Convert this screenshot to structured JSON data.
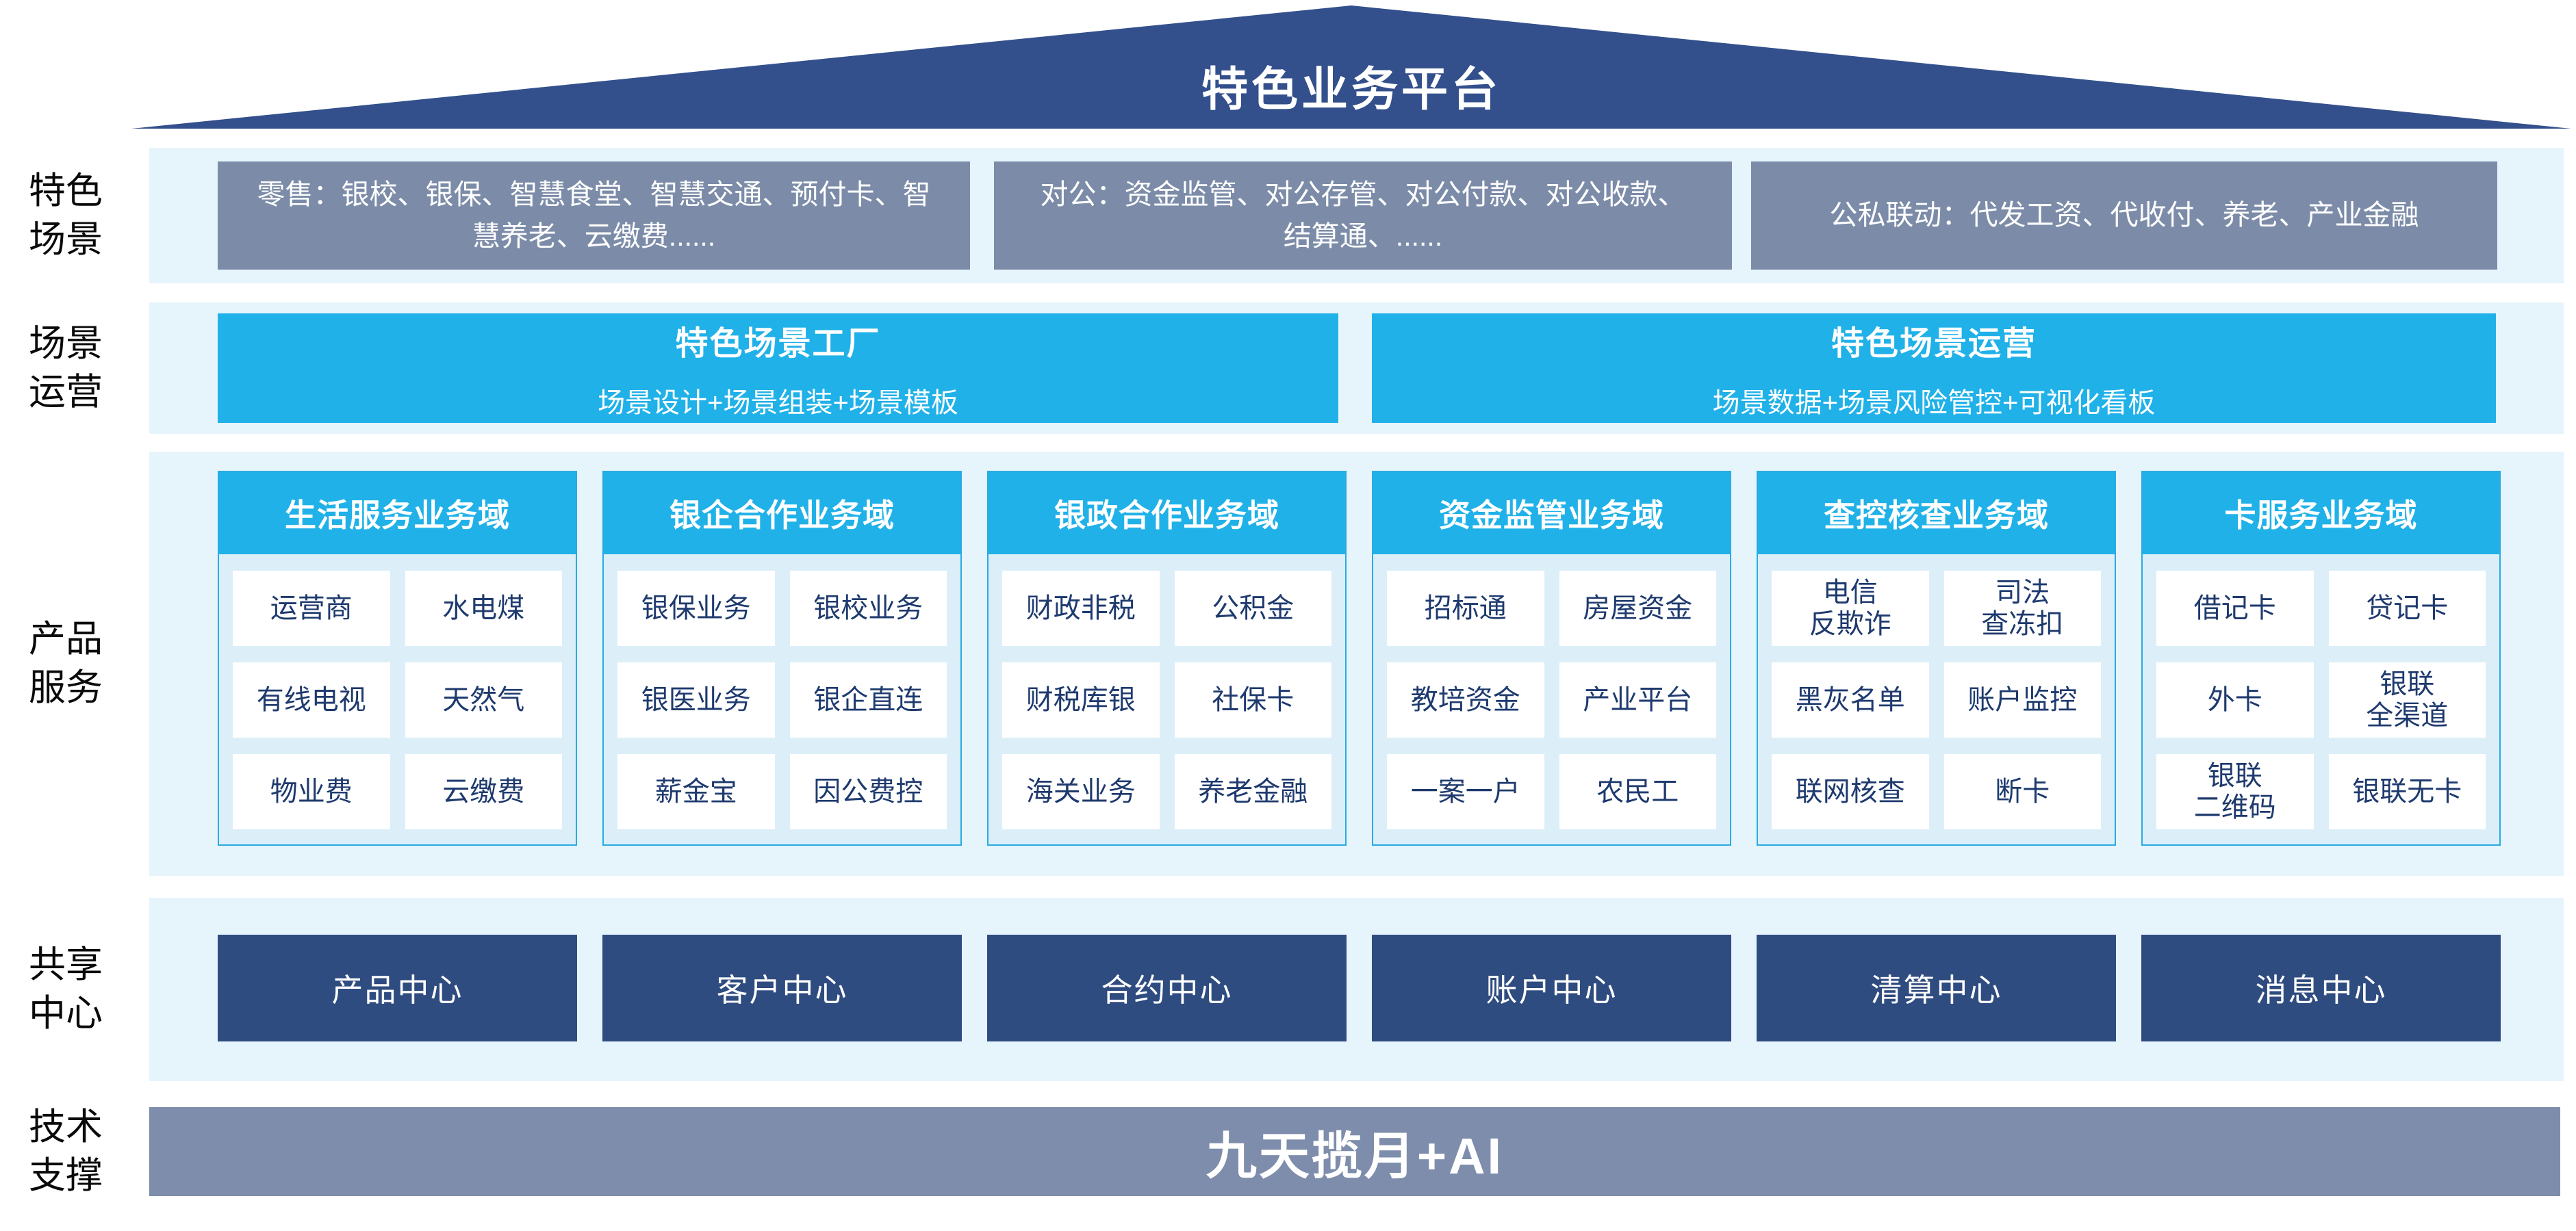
{
  "colors": {
    "roof_navy": "#33508C",
    "scenario_gray_blue": "#7C8CA8",
    "accent_cyan": "#20B1E8",
    "column_border_cyan": "#29ABE2",
    "strip_light_blue": "#E6F4FC",
    "column_body_blue": "#DCEFF9",
    "cell_text_navy": "#1E3A6E",
    "center_navy": "#2F4C80",
    "tech_gray_blue": "#7E8DAB",
    "side_label_black": "#0a0a0a",
    "white": "#ffffff"
  },
  "roof": {
    "title": "特色业务平台"
  },
  "side_labels": [
    "特色\n场景",
    "场景\n运营",
    "产品\n服务",
    "共享\n中心",
    "技术\n支撑"
  ],
  "scenario_row": {
    "boxes": [
      "零售：银校、银保、智慧食堂、智慧交通、预付卡、智慧养老、云缴费......",
      "对公：资金监管、对公存管、对公付款、对公收款、结算通、......",
      "公私联动：代发工资、代收付、养老、产业金融"
    ]
  },
  "operation_row": {
    "boxes": [
      {
        "title": "特色场景工厂",
        "subtitle": "场景设计+场景组装+场景模板"
      },
      {
        "title": "特色场景运营",
        "subtitle": "场景数据+场景风险管控+可视化看板"
      }
    ]
  },
  "product_row": {
    "columns": [
      {
        "header": "生活服务业务域",
        "items": [
          "运营商",
          "水电煤",
          "有线电视",
          "天然气",
          "物业费",
          "云缴费"
        ]
      },
      {
        "header": "银企合作业务域",
        "items": [
          "银保业务",
          "银校业务",
          "银医业务",
          "银企直连",
          "薪金宝",
          "因公费控"
        ]
      },
      {
        "header": "银政合作业务域",
        "items": [
          "财政非税",
          "公积金",
          "财税库银",
          "社保卡",
          "海关业务",
          "养老金融"
        ]
      },
      {
        "header": "资金监管业务域",
        "items": [
          "招标通",
          "房屋资金",
          "教培资金",
          "产业平台",
          "一案一户",
          "农民工"
        ]
      },
      {
        "header": "查控核查业务域",
        "items": [
          "电信\n反欺诈",
          "司法\n查冻扣",
          "黑灰名单",
          "账户监控",
          "联网核查",
          "断卡"
        ]
      },
      {
        "header": "卡服务业务域",
        "items": [
          "借记卡",
          "贷记卡",
          "外卡",
          "银联\n全渠道",
          "银联\n二维码",
          "银联无卡"
        ]
      }
    ]
  },
  "share_row": {
    "boxes": [
      "产品中心",
      "客户中心",
      "合约中心",
      "账户中心",
      "清算中心",
      "消息中心"
    ]
  },
  "tech_row": {
    "title": "九天揽月+AI"
  }
}
